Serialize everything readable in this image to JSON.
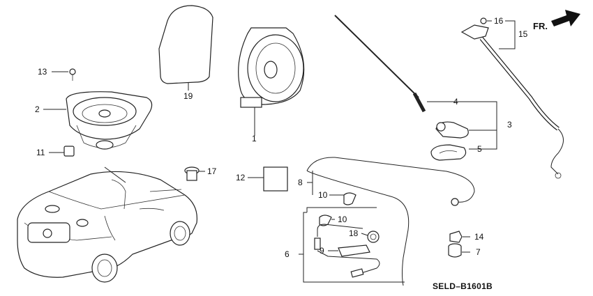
{
  "labels": {
    "p1": "1",
    "p2": "2",
    "p3": "3",
    "p4": "4",
    "p5": "5",
    "p6": "6",
    "p7": "7",
    "p8": "8",
    "p9": "9",
    "p10a": "10",
    "p10b": "10",
    "p11": "11",
    "p12": "12",
    "p13": "13",
    "p14": "14",
    "p15": "15",
    "p16": "16",
    "p17": "17",
    "p18": "18",
    "p19": "19"
  },
  "direction_marker": "FR.",
  "diagram_code": "SELD–B1601B"
}
